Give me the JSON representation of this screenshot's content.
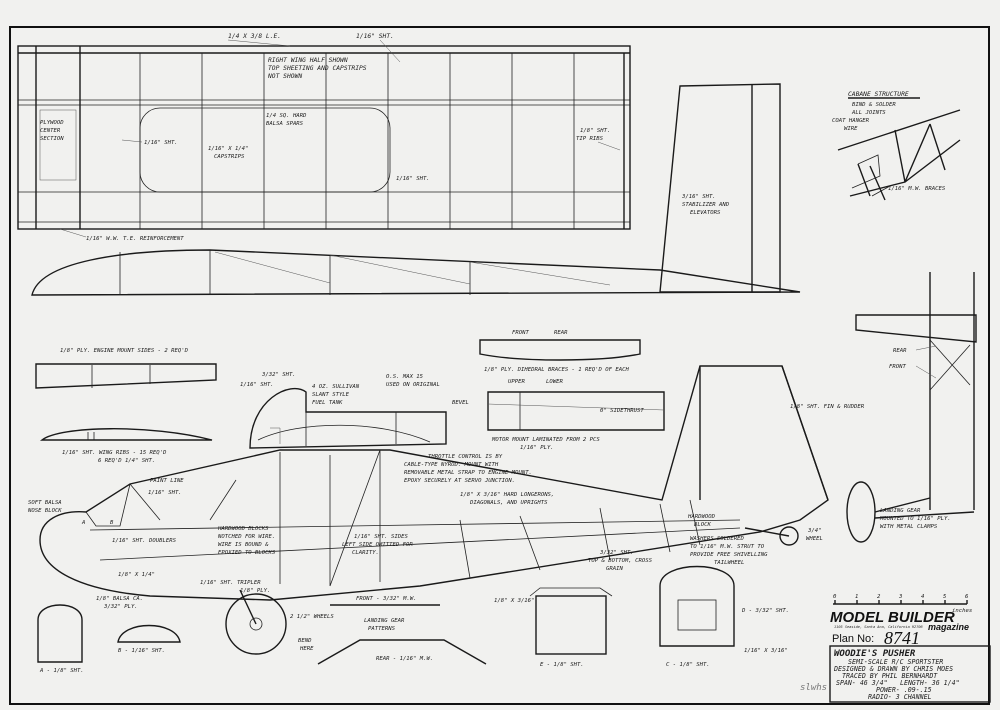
{
  "title_block": {
    "title": "WOODIE'S PUSHER",
    "lines": [
      "SEMI-SCALE R/C SPORTSTER",
      "DESIGNED & DRAWN BY CHRIS MOES",
      "TRACED BY PHIL BERNHARDT",
      "SPAN- 46 3/4\"",
      "LENGTH- 36 1/4\"",
      "POWER- .09-.15",
      "RADIO- 3 CHANNEL"
    ]
  },
  "publisher": {
    "name": "MODEL BUILDER",
    "sub": "magazine",
    "address": "1105 Seaside, Santa Ana, California 92706",
    "plan_label": "Plan No:",
    "plan_number": "8741"
  },
  "scale_bar": {
    "ticks": [
      "0",
      "1",
      "2",
      "3",
      "4",
      "5",
      "6"
    ],
    "unit": "inches"
  },
  "wing_labels": {
    "le": "1/4 X 3/8 L.E.",
    "sht_top": "1/16\" SHT.",
    "half_note": "RIGHT WING HALF SHOWN",
    "sheeting_note": "TOP SHEETING AND CAPSTRIPS",
    "not_shown": "NOT SHOWN",
    "plywood1": "PLYWOOD",
    "plywood2": "CENTER",
    "plywood3": "SECTION",
    "spars1": "1/4 SQ. HARD",
    "spars2": "BALSA SPARS",
    "sht_mid": "1/16\" SHT.",
    "cap1": "1/16\" X 1/4\"",
    "cap2": "CAPSTRIPS",
    "sht_low": "1/16\" SHT.",
    "tip1": "1/8\" SHT.",
    "tip2": "TIP RIBS",
    "te": "1/16\" W.W. T.E. REINFORCEMENT"
  },
  "tail_labels": {
    "stab1": "3/16\" SHT.",
    "stab2": "STABILIZER AND",
    "stab3": "ELEVATORS",
    "fin": "1/8\" SHT. FIN & RUDDER"
  },
  "cabane": {
    "title": "CABANE STRUCTURE",
    "bind1": "BIND & SOLDER",
    "bind2": "ALL JOINTS",
    "wire1": "COAT HANGER",
    "wire2": "WIRE",
    "braces": "1/16\" M.W. BRACES"
  },
  "parts": {
    "mount_sides": "1/8\" PLY. ENGINE MOUNT SIDES - 2 REQ'D",
    "wing_ribs1": "1/16\" SHT. WING RIBS - 15 REQ'D",
    "wing_ribs2": "6 REQ'D 1/4\" SHT.",
    "dihedral_front": "FRONT",
    "dihedral_rear": "REAR",
    "dihedral": "1/8\" PLY. DIHEDRAL BRACES - 1 REQ'D OF EACH",
    "upper": "UPPER",
    "lower": "LOWER",
    "bevel": "BEVEL",
    "sidethrust": "0\" SIDETHRUST",
    "motor_mount1": "MOTOR MOUNT LAMINATED FROM 2 PCS",
    "motor_mount2": "1/16\" PLY.",
    "os_max1": "O.S. MAX 15",
    "os_max2": "USED ON ORIGINAL",
    "tank1": "4 OZ. SULLIVAN",
    "tank2": "SLANT STYLE",
    "tank3": "FUEL TANK",
    "pod_sht1": "3/32\" SHT.",
    "pod_sht2": "1/16\" SHT."
  },
  "fuselage_labels": {
    "throttle1": "THROTTLE CONTROL IS BY",
    "throttle2": "CABLE-TYPE NYROD. MOUNT WITH",
    "throttle3": "REMOVABLE METAL STRAP TO ENGINE MOUNT.",
    "throttle4": "EPOXY SECURELY AT SERVO JUNCTION.",
    "longerons1": "1/8\" X 3/16\" HARD LONGERONS,",
    "longerons2": "DIAGONALS, AND UPRIGHTS",
    "paint_line": "PAINT LINE",
    "soft_balsa1": "SOFT BALSA",
    "soft_balsa2": "NOSE BLOCK",
    "nose_sht": "1/16\" SHT.",
    "doublers": "1/16\" SHT. DOUBLERS",
    "hw_blocks1": "HARDWOOD BLOCKS",
    "hw_blocks2": "NOTCHED FOR WIRE.",
    "hw_blocks3": "WIRE IS BOUND &",
    "hw_blocks4": "EPOXIED TO BLOCKS",
    "sides1": "1/16\" SHT. SIDES",
    "sides2": "LEFT SIDE OMITTED FOR",
    "sides3": "CLARITY.",
    "hardwood_block1": "HARDWOOD",
    "hardwood_block2": "BLOCK",
    "washers1": "WASHERS SOLDERED",
    "washers2": "TO 1/16\" M.W. STRUT TO",
    "washers3": "PROVIDE FREE SHIVELLING",
    "washers4": "TAILWHEEL",
    "tailwheel1": "3/4\"",
    "tailwheel2": "WHEEL",
    "tb_sht1": "3/32\" SHT.",
    "tb_sht2": "TOP & BOTTOM, CROSS",
    "tb_sht3": "GRAIN",
    "balsa_tri": "1/8\" X 1/4\"",
    "balsa_ca1": "1/8\" BALSA CA.",
    "balsa_ca2": "3/32\" PLY.",
    "tripler1": "1/16\" SHT. TRIPLER",
    "tripler2": "1/8\" PLY.",
    "wheels": "2 1/2\" WHEELS",
    "rear": "REAR",
    "front": "FRONT",
    "gear1": "LANDING GEAR",
    "gear2": "MOUNTED TO 1/16\" PLY.",
    "gear3": "WITH METAL CLAMPS"
  },
  "gear_patterns": {
    "front": "FRONT - 3/32\" M.W.",
    "title1": "LANDING GEAR",
    "title2": "PATTERNS",
    "bend1": "BEND",
    "bend2": "HERE",
    "rear": "REAR - 1/16\" M.W."
  },
  "formers": {
    "a": "A - 1/8\" SHT.",
    "b": "B - 1/16\" SHT.",
    "c": "C - 1/8\" SHT.",
    "d": "D - 3/32\" SHT.",
    "e": "E - 1/8\" SHT.",
    "c_dim1": "1/8\" X 3/16\"",
    "c_dim2": "1/16\" X 3/16\"",
    "a_mark": "A",
    "b_mark": "B"
  },
  "signature": "slwhs"
}
